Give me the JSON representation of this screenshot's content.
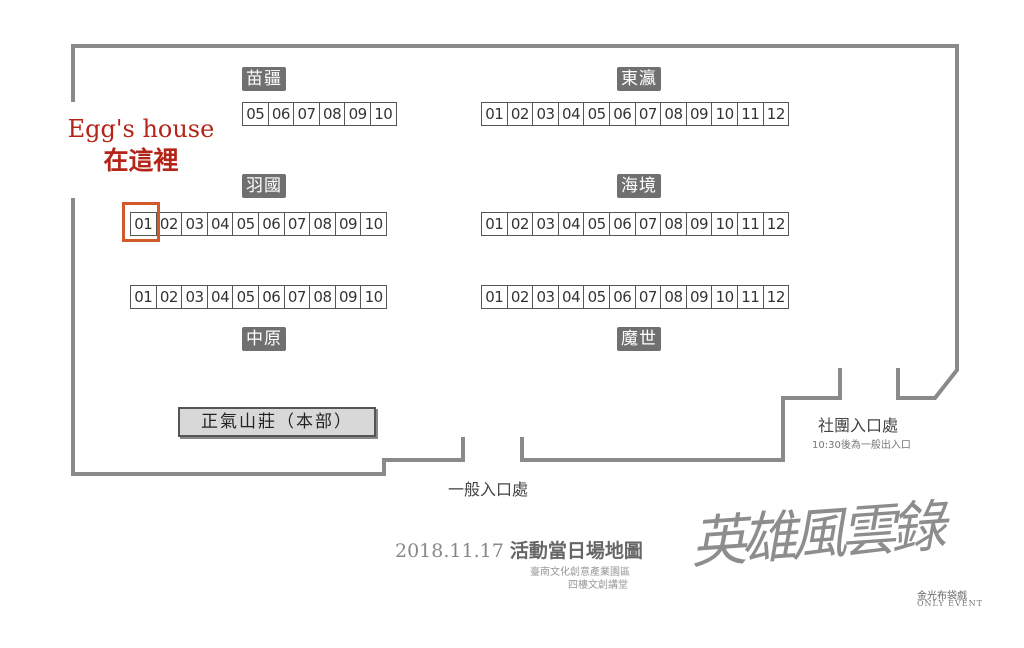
{
  "zones": [
    {
      "id": "miaojiang",
      "name": "苗疆"
    },
    {
      "id": "dongying",
      "name": "東瀛"
    },
    {
      "id": "yuguo",
      "name": "羽國"
    },
    {
      "id": "haijing",
      "name": "海境"
    },
    {
      "id": "zhongyuan",
      "name": "中原"
    },
    {
      "id": "moshi",
      "name": "魔世"
    }
  ],
  "booth_rows": [
    {
      "id": "miaojiang-row",
      "booths": [
        "05",
        "06",
        "07",
        "08",
        "09",
        "10"
      ]
    },
    {
      "id": "dongying-row",
      "booths": [
        "01",
        "02",
        "03",
        "04",
        "05",
        "06",
        "07",
        "08",
        "09",
        "10",
        "11",
        "12"
      ]
    },
    {
      "id": "yuguo-row",
      "booths": [
        "01",
        "02",
        "03",
        "04",
        "05",
        "06",
        "07",
        "08",
        "09",
        "10"
      ]
    },
    {
      "id": "haijing-row",
      "booths": [
        "01",
        "02",
        "03",
        "04",
        "05",
        "06",
        "07",
        "08",
        "09",
        "10",
        "11",
        "12"
      ]
    },
    {
      "id": "zhongyuan-row",
      "booths": [
        "01",
        "02",
        "03",
        "04",
        "05",
        "06",
        "07",
        "08",
        "09",
        "10"
      ]
    },
    {
      "id": "moshi-row",
      "booths": [
        "01",
        "02",
        "03",
        "04",
        "05",
        "06",
        "07",
        "08",
        "09",
        "10",
        "11",
        "12"
      ]
    }
  ],
  "highlight": {
    "title": "Egg's house",
    "subtitle": "在這裡",
    "booth": "01",
    "color": "#d05a2a"
  },
  "headquarters": "正氣山莊（本部）",
  "entrances": {
    "club": "社團入口處",
    "club_note": "10:30後為一般出入口",
    "general": "一般入口處"
  },
  "event": {
    "date": "2018.11.17",
    "title": "活動當日場地圖",
    "venue_line1": "臺南文化創意產業園區",
    "venue_line2": "四樓文創講堂"
  },
  "brand": {
    "logo_text": "英雄風雲錄",
    "line1": "金光布袋戲",
    "line2": "ONLY EVENT"
  }
}
